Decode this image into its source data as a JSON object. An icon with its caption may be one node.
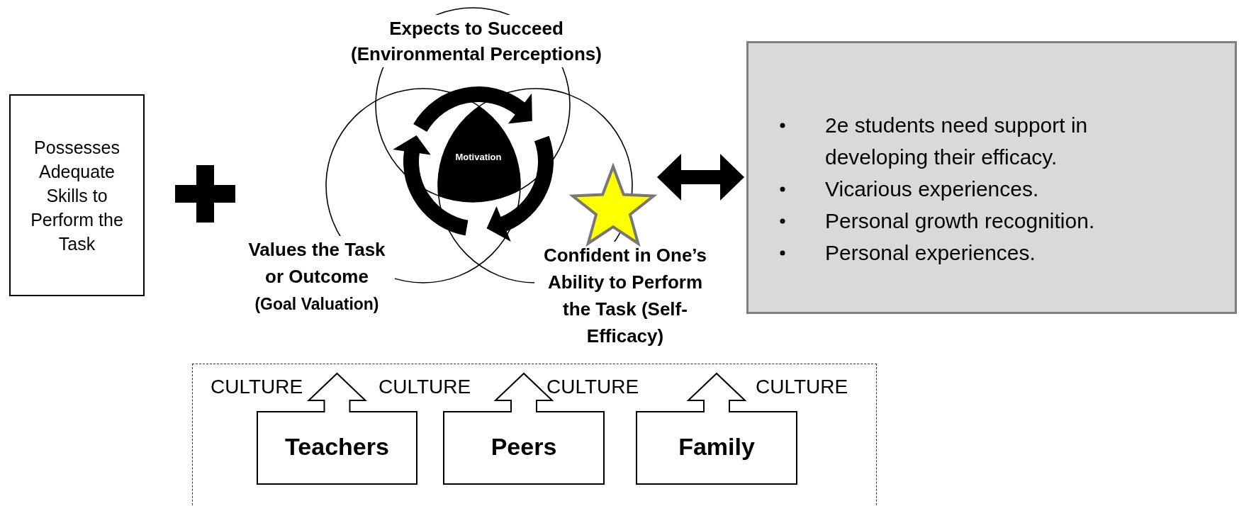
{
  "diagram": {
    "nodes": [
      {
        "text": [
          "Possesses Adequate Skills to Perform the Task"
        ]
      },
      {
        "text": [
          "Expects to Succeed",
          "(Environmental Perceptions)"
        ]
      },
      {
        "text": [
          "Motivation"
        ]
      },
      {
        "text": [
          "Values the Task or Outcome",
          "(Goal Valuation)"
        ]
      },
      {
        "text": [
          "Confident in One’s Ability to Perform the Task (Self-Efficacy)"
        ]
      },
      {
        "text": [],
        "shape": "star"
      },
      {
        "text": [
          "2e students need support in developing their efficacy.",
          "Vicarious experiences.",
          "Personal growth recognition.",
          "Personal experiences."
        ]
      },
      {
        "text": [
          "CULTURE",
          "CULTURE",
          "CULTURE",
          "CULTURE"
        ]
      },
      {
        "text": [
          "Teachers"
        ],
        "in": 7
      },
      {
        "text": [
          "Peers"
        ],
        "in": 7
      },
      {
        "text": [
          "Family"
        ],
        "in": 7
      }
    ],
    "edges": [
      {
        "from": 5,
        "to": 6,
        "arrow": "both"
      }
    ]
  }
}
